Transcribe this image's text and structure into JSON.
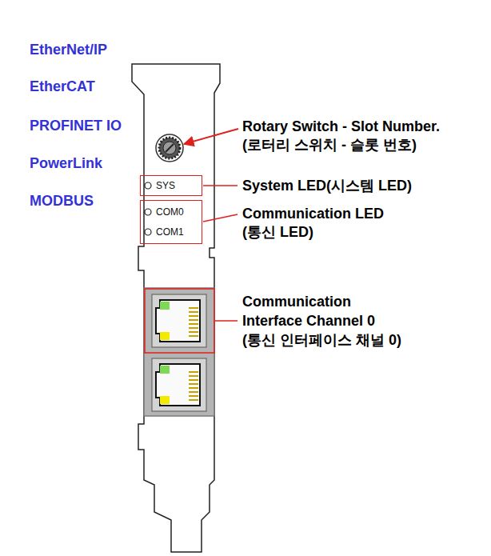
{
  "diagram": {
    "nodes": [
      {
        "text": [
          "SYS"
        ]
      },
      {
        "text": [
          "COM0",
          "COM1"
        ]
      }
    ],
    "labels": [
      "EtherNet/IP",
      "EtherCAT",
      "PROFINET IO",
      "PowerLink",
      "MODBUS",
      "Rotary Switch - Slot Number.",
      "(로터리 스위치 - 슬롯 번호)",
      "System LED(시스템 LED)",
      "Communication LED",
      "(통신 LED)",
      "Communication Interface Channel 0",
      "(통신 인터페이스 채널 0)"
    ]
  }
}
